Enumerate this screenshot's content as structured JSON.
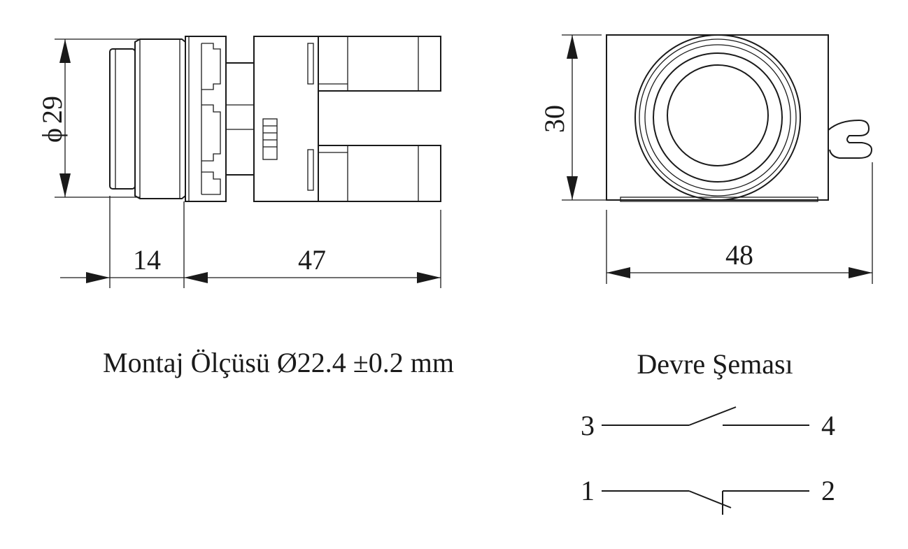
{
  "side_view": {
    "diameter_symbol": "ϕ",
    "diameter_value": "29",
    "dim_head": "14",
    "dim_body": "47"
  },
  "front_view": {
    "dim_height": "30",
    "dim_width": "48"
  },
  "captions": {
    "mounting": "Montaj Ölçüsü Ø22.4 ±0.2 mm",
    "circuit_title": "Devre Şeması"
  },
  "circuit": {
    "no_left": "3",
    "no_right": "4",
    "nc_left": "1",
    "nc_right": "2"
  }
}
